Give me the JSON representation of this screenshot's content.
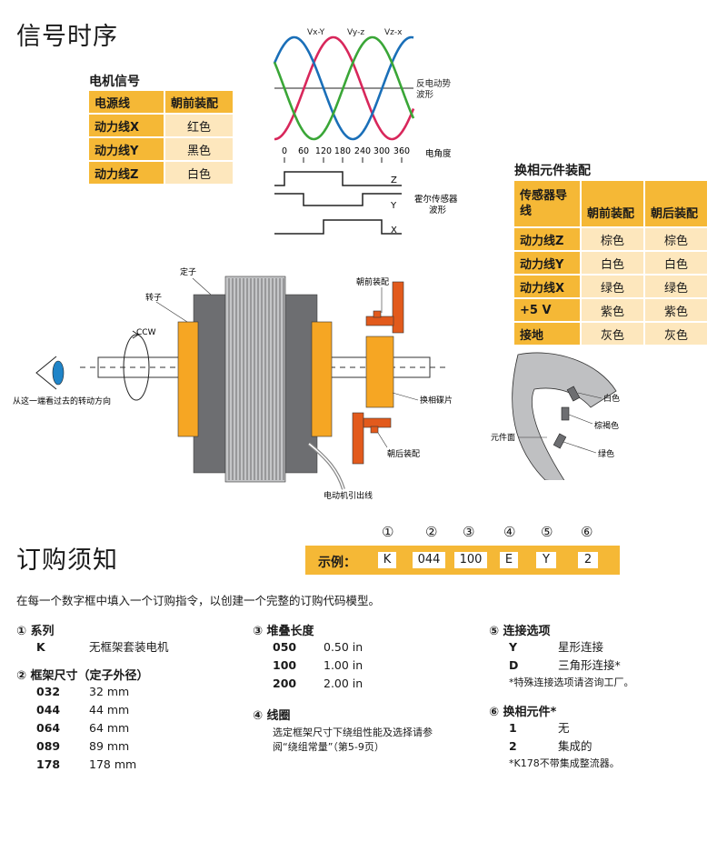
{
  "timing": {
    "title": "信号时序",
    "motor_signal": {
      "title": "电机信号",
      "header": [
        "电源线",
        "朝前装配"
      ],
      "rows": [
        [
          "动力线X",
          "红色"
        ],
        [
          "动力线Y",
          "黑色"
        ],
        [
          "动力线Z",
          "白色"
        ]
      ]
    },
    "waveform": {
      "labels": [
        "Vx-Y",
        "Vy-z",
        "Vz-x"
      ],
      "back_emf": "反电动势波形",
      "angles": [
        "0",
        "60",
        "120",
        "180",
        "240",
        "300",
        "360"
      ],
      "angle_label": "电角度",
      "hall_labels": [
        "Z",
        "Y",
        "X"
      ],
      "hall_title": "霍尔传感器波形",
      "colors": [
        "#d8275b",
        "#1a6fb8",
        "#3aa637"
      ]
    },
    "commutation": {
      "title": "换相元件装配",
      "header": [
        "传感器导线",
        "朝前装配",
        "朝后装配"
      ],
      "rows": [
        [
          "动力线Z",
          "棕色",
          "棕色"
        ],
        [
          "动力线Y",
          "白色",
          "白色"
        ],
        [
          "动力线X",
          "绿色",
          "绿色"
        ],
        [
          "+5 V",
          "紫色",
          "紫色"
        ],
        [
          "接地",
          "灰色",
          "灰色"
        ]
      ]
    },
    "motor_diagram": {
      "stator": "定子",
      "rotor": "转子",
      "ccw": "CCW",
      "front_mount": "朝前装配",
      "rear_mount": "朝后装配",
      "commutation_disc": "换相碟片",
      "lead_wire": "电动机引出线",
      "view_text": "从这一端看过去的转动方向"
    },
    "sensor_diagram": {
      "white": "白色",
      "brown": "棕褐色",
      "green": "绿色",
      "face": "元件面"
    }
  },
  "order": {
    "title": "订购须知",
    "example_label": "示例：",
    "circled": [
      "①",
      "②",
      "③",
      "④",
      "⑤",
      "⑥"
    ],
    "example_values": [
      "K",
      "044",
      "100",
      "E",
      "Y",
      "2"
    ],
    "intro": "在每一个数字框中填入一个订购指令，以创建一个完整的订购代码模型。",
    "series": {
      "title": "① 系列",
      "items": [
        [
          "K",
          "无框架套装电机"
        ]
      ]
    },
    "frame": {
      "title": "② 框架尺寸（定子外径）",
      "items": [
        [
          "032",
          "32 mm"
        ],
        [
          "044",
          "44 mm"
        ],
        [
          "064",
          "64 mm"
        ],
        [
          "089",
          "89 mm"
        ],
        [
          "178",
          "178 mm"
        ]
      ]
    },
    "stack": {
      "title": "③ 堆叠长度",
      "items": [
        [
          "050",
          "0.50 in"
        ],
        [
          "100",
          "1.00 in"
        ],
        [
          "200",
          "2.00 in"
        ]
      ]
    },
    "winding": {
      "title": "④ 线圈",
      "note_line1": "选定框架尺寸下绕组性能及选择请参",
      "note_line2": "阅“绕组常量”（第5-9页）"
    },
    "connection": {
      "title": "⑤ 连接选项",
      "items": [
        [
          "Y",
          "星形连接"
        ],
        [
          "D",
          "三角形连接*"
        ]
      ],
      "note": "*特殊连接选项请咨询工厂。"
    },
    "comm": {
      "title": "⑥ 换相元件*",
      "items": [
        [
          "1",
          "无"
        ],
        [
          "2",
          "集成的"
        ]
      ],
      "note": "*K178不带集成整流器。"
    }
  }
}
